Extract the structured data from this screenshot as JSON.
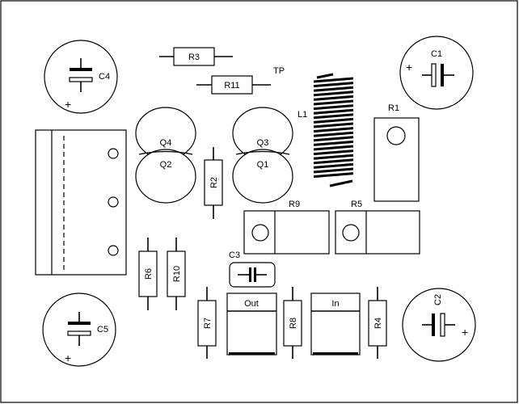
{
  "labels": {
    "r3": "R3",
    "r11": "R11",
    "tp": "TP",
    "c4": "C4",
    "c1": "C1",
    "c5": "C5",
    "c2": "C2",
    "c3": "C3",
    "l1": "L1",
    "r1": "R1",
    "q4": "Q4",
    "q2": "Q2",
    "q3": "Q3",
    "q1": "Q1",
    "r2": "R2",
    "r9": "R9",
    "r5": "R5",
    "r6": "R6",
    "r10": "R10",
    "r7": "R7",
    "r8": "R8",
    "r4": "R4",
    "out": "Out",
    "in": "In",
    "plus": "+"
  }
}
